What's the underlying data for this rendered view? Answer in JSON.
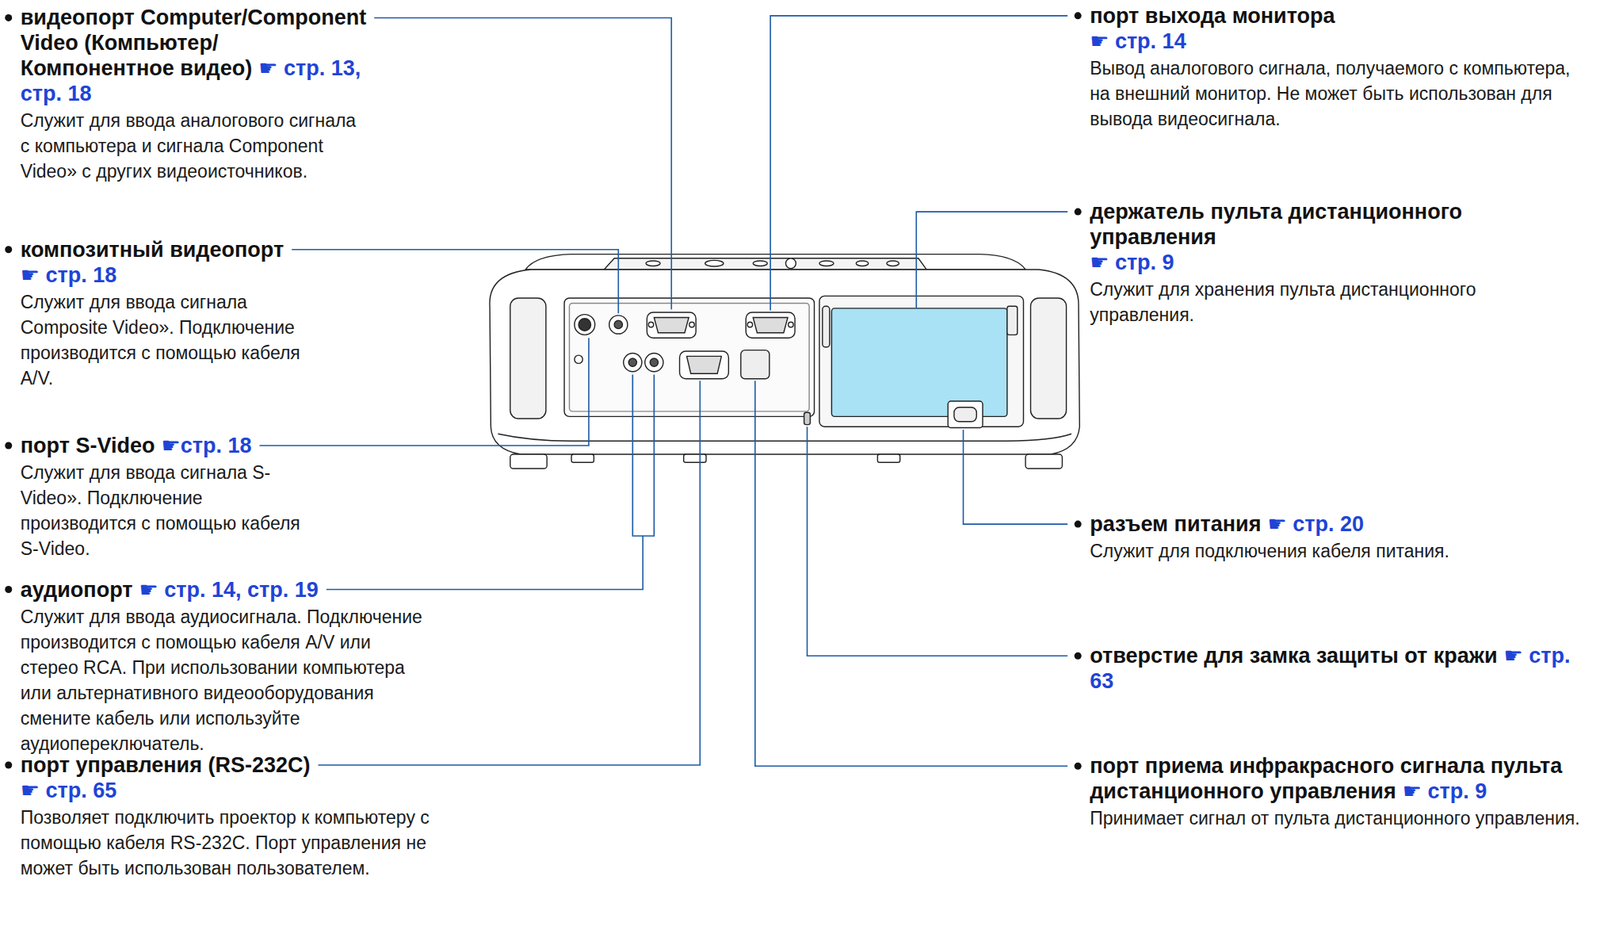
{
  "diagram": {
    "labels": [
      "видеопорт Computer/Component Video (Компьютер/Компонентное видео)",
      "☛ стр. 13, стр. 18",
      "Служит для ввода аналогового сигнала с компьютера и сигнала Component Video» с других видеоисточников.",
      "композитный видеопорт",
      "☛ стр. 18",
      "Служит для ввода сигнала Composite Video». Подключение производится с помощью кабеля A/V.",
      "порт S-Video",
      "☛стр. 18",
      "Служит для ввода сигнала S-Video». Подключение производится с помощью кабеля S-Video.",
      "аудиопорт",
      "☛ стр. 14, стр. 19",
      "Служит для ввода аудиосигнала. Подключение производится с помощью кабеля A/V или стерео RCA. При использовании компьютера или альтернативного видеооборудования смените кабель или используйте аудиопереключатель.",
      "порт управления (RS-232C)",
      "☛ стр. 65",
      "Позволяет подключить проектор к компьютеру с помощью кабеля RS-232C. Порт управления не может быть использован пользователем.",
      "порт выхода монитора",
      "☛ стр. 14",
      "Вывод аналогового сигнала, получаемого с компьютера, на внешний монитор. Не может быть использован для вывода видеосигнала.",
      "держатель пульта дистанционного управления",
      "☛ стр. 9",
      "Служит для хранения пульта дистанционного управления.",
      "разъем питания",
      "☛ стр. 20",
      "Служит для подключения кабеля питания.",
      "отверстие для замка защиты от кражи",
      "☛ стр. 63",
      "порт приема инфракрасного сигнала пульта дистанционного управления",
      "☛ стр. 9",
      "Принимает сигнал от пульта дистанционного управления."
    ]
  }
}
